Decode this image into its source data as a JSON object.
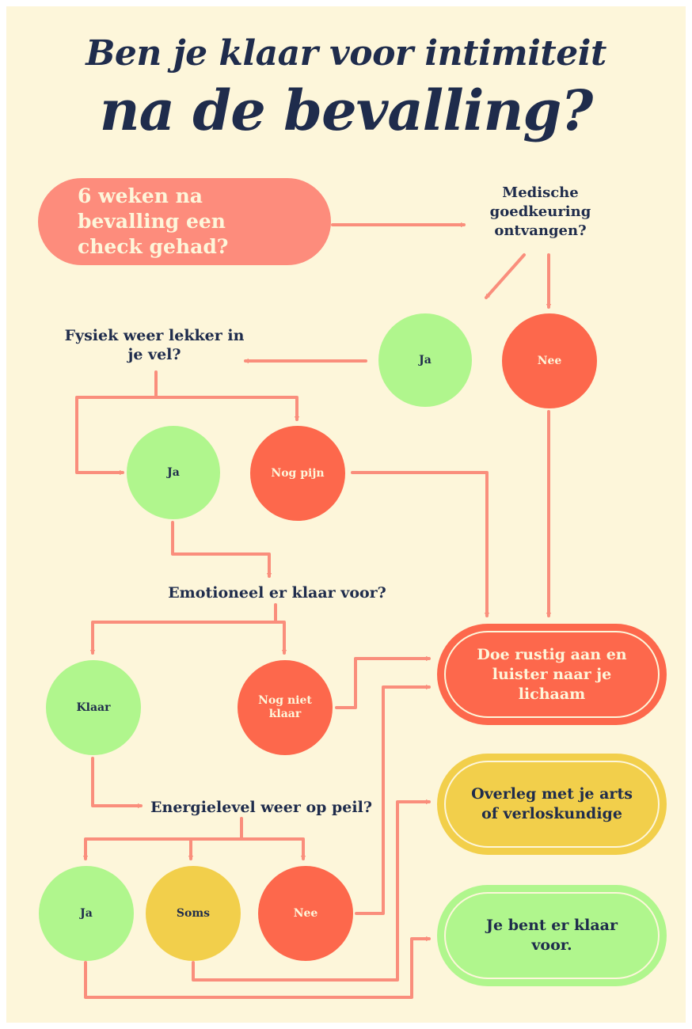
{
  "title": {
    "line1": "Ben je klaar voor intimiteit",
    "line2": "na de bevalling?"
  },
  "start": {
    "text": "6 weken na bevalling een check gehad?"
  },
  "questions": {
    "medical": "Medische goedkeuring ontvangen?",
    "physical": "Fysiek weer lekker in je vel?",
    "emotional": "Emotioneel er klaar voor?",
    "energy": "Energielevel weer op peil?"
  },
  "answers": {
    "medical_yes": "Ja",
    "medical_no": "Nee",
    "physical_yes": "Ja",
    "physical_pain": "Nog pijn",
    "emotional_ready": "Klaar",
    "emotional_not_ready": "Nog niet klaar",
    "energy_yes": "Ja",
    "energy_sometimes": "Soms",
    "energy_no": "Nee"
  },
  "outcomes": {
    "slow_down": "Doe rustig aan en luister naar je lichaam",
    "consult": "Overleg met je arts of verloskundige",
    "ready": "Je bent er klaar voor."
  },
  "colors": {
    "background": "#fdf6da",
    "navy": "#1f2c4c",
    "salmon": "#fd8c7c",
    "red": "#fd684c",
    "green": "#b0f68d",
    "yellow": "#f2cf4b",
    "arrow": "#fa8e7c"
  }
}
